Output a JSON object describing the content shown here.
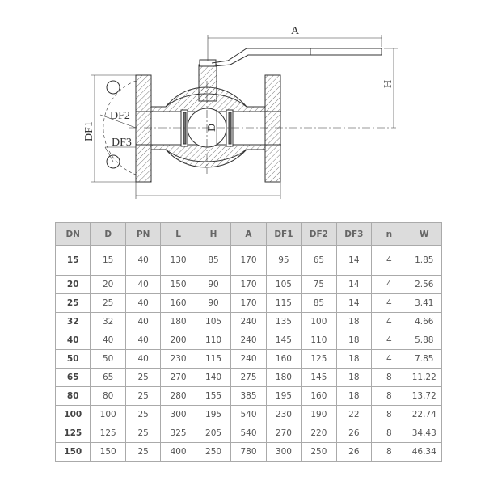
{
  "drawing": {
    "labels": {
      "A": "A",
      "H": "H",
      "D": "D",
      "DF1": "DF1",
      "DF2": "DF2",
      "DF3": "DF3"
    }
  },
  "table": {
    "headers": [
      "DN",
      "D",
      "PN",
      "L",
      "H",
      "A",
      "DF1",
      "DF2",
      "DF3",
      "n",
      "W"
    ],
    "rows": [
      [
        "15",
        "15",
        "40",
        "130",
        "85",
        "170",
        "95",
        "65",
        "14",
        "4",
        "1.85"
      ],
      [
        "20",
        "20",
        "40",
        "150",
        "90",
        "170",
        "105",
        "75",
        "14",
        "4",
        "2.56"
      ],
      [
        "25",
        "25",
        "40",
        "160",
        "90",
        "170",
        "115",
        "85",
        "14",
        "4",
        "3.41"
      ],
      [
        "32",
        "32",
        "40",
        "180",
        "105",
        "240",
        "135",
        "100",
        "18",
        "4",
        "4.66"
      ],
      [
        "40",
        "40",
        "40",
        "200",
        "110",
        "240",
        "145",
        "110",
        "18",
        "4",
        "5.88"
      ],
      [
        "50",
        "50",
        "40",
        "230",
        "115",
        "240",
        "160",
        "125",
        "18",
        "4",
        "7.85"
      ],
      [
        "65",
        "65",
        "25",
        "270",
        "140",
        "275",
        "180",
        "145",
        "18",
        "8",
        "11.22"
      ],
      [
        "80",
        "80",
        "25",
        "280",
        "155",
        "385",
        "195",
        "160",
        "18",
        "8",
        "13.72"
      ],
      [
        "100",
        "100",
        "25",
        "300",
        "195",
        "540",
        "230",
        "190",
        "22",
        "8",
        "22.74"
      ],
      [
        "125",
        "125",
        "25",
        "325",
        "205",
        "540",
        "270",
        "220",
        "26",
        "8",
        "34.43"
      ],
      [
        "150",
        "150",
        "25",
        "400",
        "250",
        "780",
        "300",
        "250",
        "26",
        "8",
        "46.34"
      ]
    ]
  }
}
